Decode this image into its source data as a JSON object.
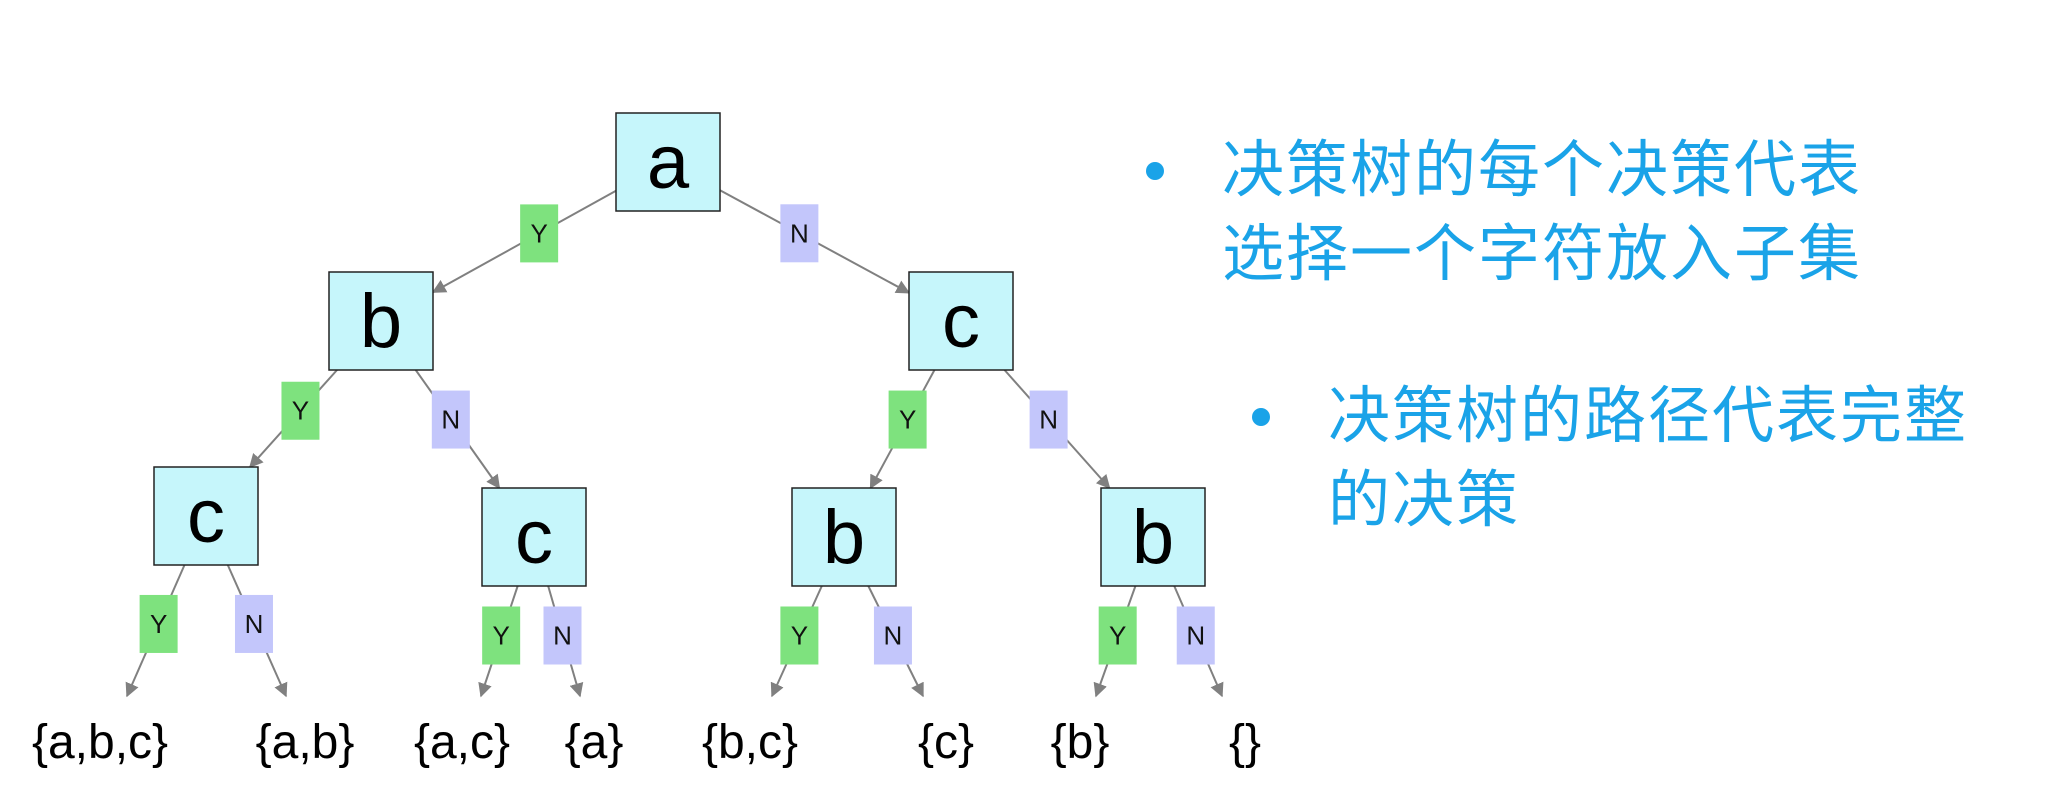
{
  "colors": {
    "node_fill": "#c6f6fb",
    "node_stroke": "#222222",
    "yes_fill": "#7ee27e",
    "no_fill": "#c3c6fb",
    "edge": "#808080",
    "bullet_text": "#1aa3e8"
  },
  "tree": {
    "nodes": [
      {
        "id": "n0",
        "label": "a"
      },
      {
        "id": "n1",
        "label": "b"
      },
      {
        "id": "n2",
        "label": "c"
      },
      {
        "id": "n3",
        "label": "c"
      },
      {
        "id": "n4",
        "label": "c"
      },
      {
        "id": "n5",
        "label": "b"
      },
      {
        "id": "n6",
        "label": "b"
      }
    ],
    "edges": [
      {
        "from": "n0",
        "to": "n1",
        "label": "Y"
      },
      {
        "from": "n0",
        "to": "n2",
        "label": "N"
      },
      {
        "from": "n1",
        "to": "n3",
        "label": "Y"
      },
      {
        "from": "n1",
        "to": "n4",
        "label": "N"
      },
      {
        "from": "n2",
        "to": "n5",
        "label": "Y"
      },
      {
        "from": "n2",
        "to": "n6",
        "label": "N"
      },
      {
        "from": "n3",
        "to": "l0",
        "label": "Y"
      },
      {
        "from": "n3",
        "to": "l1",
        "label": "N"
      },
      {
        "from": "n4",
        "to": "l2",
        "label": "Y"
      },
      {
        "from": "n4",
        "to": "l3",
        "label": "N"
      },
      {
        "from": "n5",
        "to": "l4",
        "label": "Y"
      },
      {
        "from": "n5",
        "to": "l5",
        "label": "N"
      },
      {
        "from": "n6",
        "to": "l6",
        "label": "Y"
      },
      {
        "from": "n6",
        "to": "l7",
        "label": "N"
      }
    ],
    "leaves": [
      {
        "id": "l0",
        "label": "{a,b,c}"
      },
      {
        "id": "l1",
        "label": "{a,b}"
      },
      {
        "id": "l2",
        "label": "{a,c}"
      },
      {
        "id": "l3",
        "label": "{a}"
      },
      {
        "id": "l4",
        "label": "{b,c}"
      },
      {
        "id": "l5",
        "label": "{c}"
      },
      {
        "id": "l6",
        "label": "{b}"
      },
      {
        "id": "l7",
        "label": "{}"
      }
    ]
  },
  "bullets": [
    {
      "lines": [
        "决策树的每个决策代表",
        "选择一个字符放入子集"
      ]
    },
    {
      "lines": [
        "决策树的路径代表完整",
        "的决策"
      ]
    }
  ]
}
